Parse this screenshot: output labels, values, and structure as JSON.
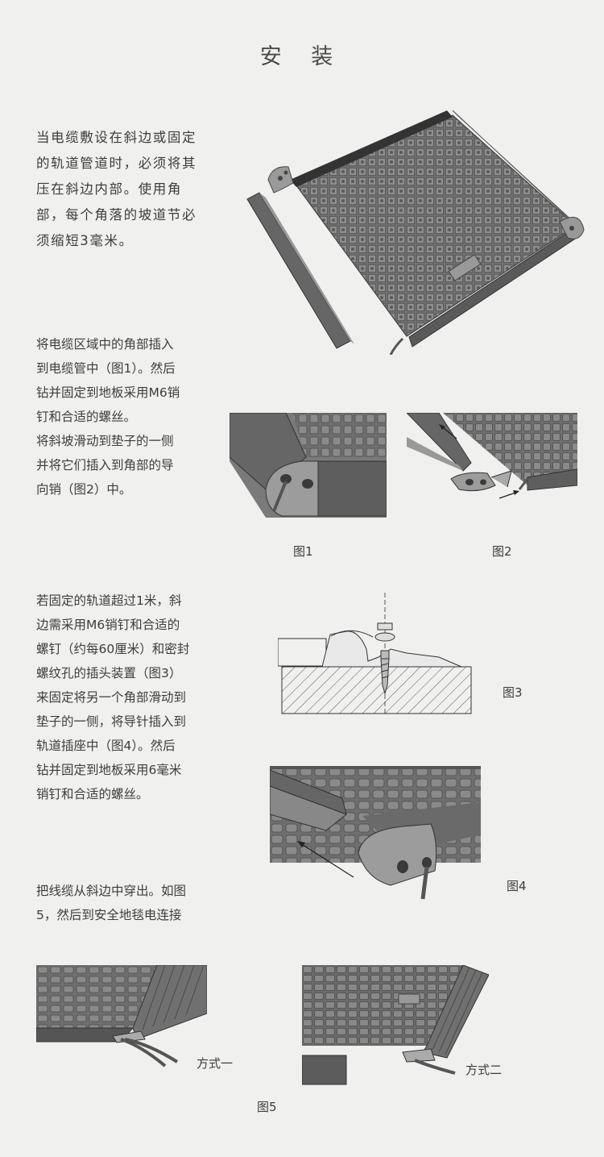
{
  "title": "安 装",
  "sections": {
    "s1": [
      "当电缆敷设在斜边或固定",
      "的轨道管道时，必须将其",
      "压在斜边内部。使用角",
      "部，每个角落的坡道节必",
      "须缩短3毫米。"
    ],
    "s2": [
      "将电缆区域中的角部插入",
      "到电缆管中（图1）。然后",
      "钻并固定到地板采用M6销",
      "钉和合适的螺丝。",
      "将斜坡滑动到垫子的一侧",
      "并将它们插入到角部的导",
      "向销（图2）中。"
    ],
    "s3": [
      "若固定的轨道超过1米，斜",
      "边需采用M6销钉和合适的",
      "螺钉（约每60厘米）和密封",
      "螺纹孔的插头装置（图3）",
      "来固定将另一个角部滑动到",
      "垫子的一侧，将导针插入到",
      "轨道插座中（图4）。然后",
      "钻并固定到地板采用6毫米",
      "销钉和合适的螺丝。"
    ],
    "s4": [
      "把线缆从斜边中穿出。如图",
      "5，然后到安全地毯电连接"
    ]
  },
  "captions": {
    "fig1": "图1",
    "fig2": "图2",
    "fig3": "图3",
    "fig4": "图4",
    "fig5": "图5",
    "method1": "方式一",
    "method2": "方式二"
  },
  "colors": {
    "background": "#f0f0ef",
    "mat": "#7c7c7c",
    "mat_dark": "#4a4a4a",
    "edge": "#9a9a9a",
    "text": "#3d3d3d"
  }
}
